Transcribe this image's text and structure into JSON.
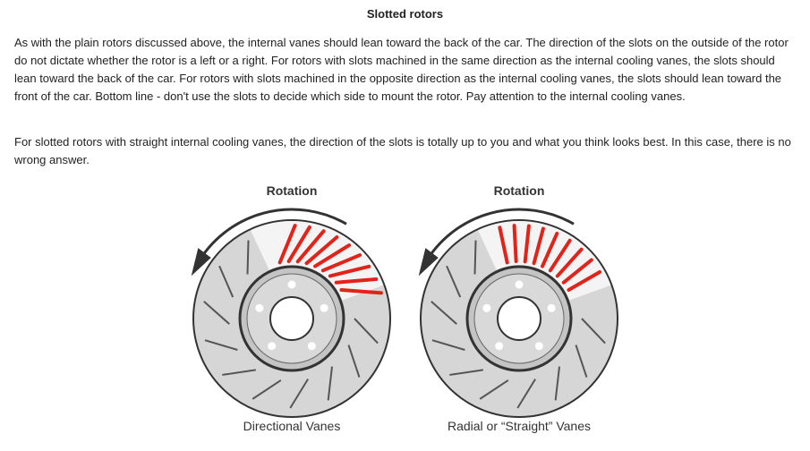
{
  "heading": "Slotted rotors",
  "paragraphs": [
    "As with the plain rotors discussed above, the internal vanes should lean toward the back of the car.  The direction of the slots on the outside of the rotor do not dictate whether the rotor is a left or a right.  For rotors with slots machined in the same direction as the internal cooling vanes, the slots should lean toward the back of the car.  For rotors with slots machined in the opposite direction as the internal cooling vanes, the slots should lean toward the front of the car.  Bottom line - don't use the slots to decide which side to mount the rotor.  Pay attention to the internal cooling vanes.",
    "For slotted rotors with straight internal cooling vanes, the direction of the slots is totally up to you and what you think looks best.  In this case, there is no wrong answer."
  ],
  "figures": [
    {
      "rotation_label": "Rotation",
      "caption": "Directional Vanes",
      "vane_type": "directional"
    },
    {
      "rotation_label": "Rotation",
      "caption": "Radial or “Straight” Vanes",
      "vane_type": "radial"
    }
  ],
  "colors": {
    "text": "#222222",
    "disc": "#d6d6d6",
    "outline": "#333333",
    "vane": "#e2231a",
    "hat": "#c4c4c4"
  }
}
